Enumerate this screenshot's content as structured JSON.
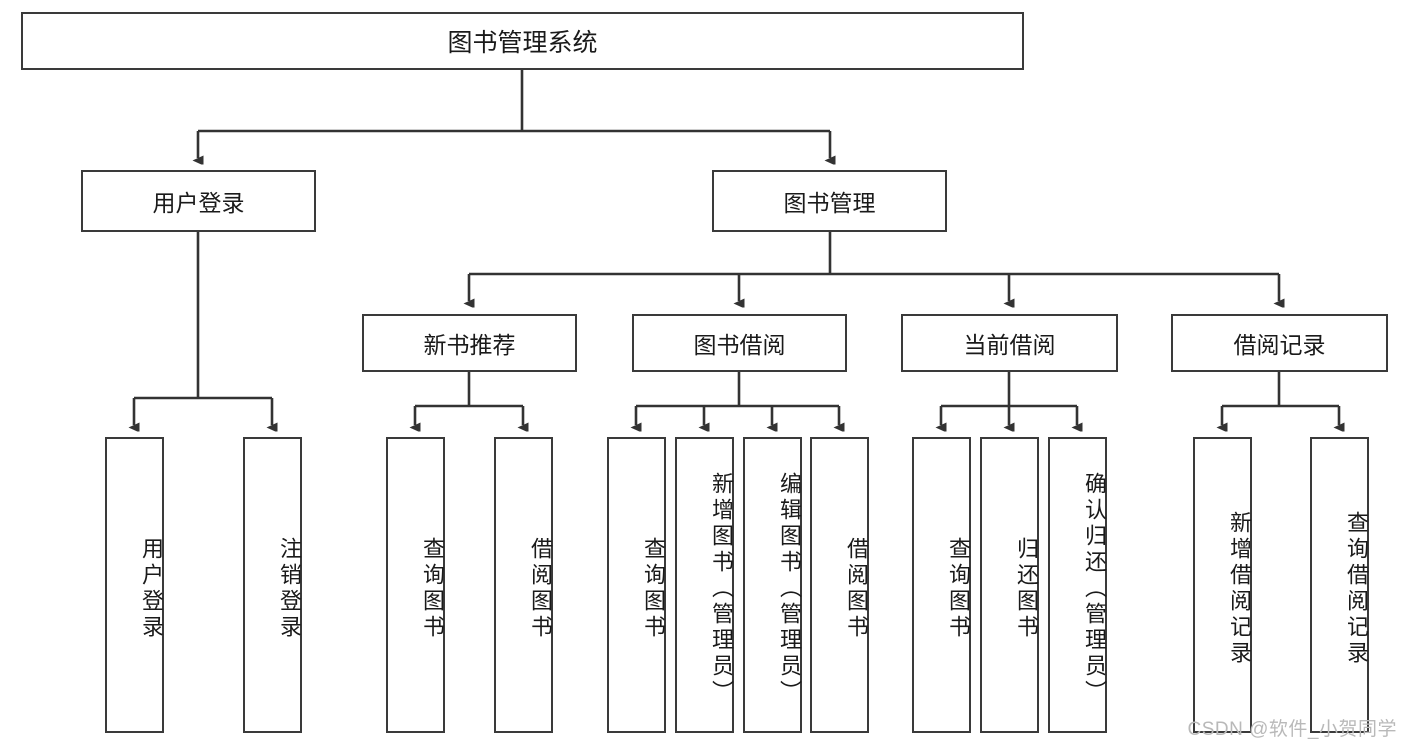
{
  "diagram": {
    "type": "tree-hierarchy",
    "title": "图书管理系统",
    "root": {
      "id": "root",
      "label": "图书管理系统"
    },
    "level1": [
      {
        "id": "user-login",
        "label": "用户登录"
      },
      {
        "id": "book-management",
        "label": "图书管理"
      }
    ],
    "level2": [
      {
        "id": "new-book-recommend",
        "label": "新书推荐"
      },
      {
        "id": "book-borrow",
        "label": "图书借阅"
      },
      {
        "id": "current-borrow",
        "label": "当前借阅"
      },
      {
        "id": "borrow-record",
        "label": "借阅记录"
      }
    ],
    "leaves": {
      "user_login": [
        {
          "id": "leaf-user-login",
          "label": "用户登录"
        },
        {
          "id": "leaf-user-logout",
          "label": "注销登录"
        }
      ],
      "new_book_recommend": [
        {
          "id": "leaf-query-book-1",
          "label": "查询图书"
        },
        {
          "id": "leaf-borrow-book-1",
          "label": "借阅图书"
        }
      ],
      "book_borrow": [
        {
          "id": "leaf-query-book-2",
          "label": "查询图书"
        },
        {
          "id": "leaf-add-book",
          "label": "新增图书（管理员）"
        },
        {
          "id": "leaf-edit-book",
          "label": "编辑图书（管理员）"
        },
        {
          "id": "leaf-borrow-book-2",
          "label": "借阅图书"
        }
      ],
      "current_borrow": [
        {
          "id": "leaf-query-book-3",
          "label": "查询图书"
        },
        {
          "id": "leaf-return-book",
          "label": "归还图书"
        },
        {
          "id": "leaf-confirm-return",
          "label": "确认归还（管理员）"
        }
      ],
      "borrow_record": [
        {
          "id": "leaf-add-record",
          "label": "新增借阅记录"
        },
        {
          "id": "leaf-query-record",
          "label": "查询借阅记录"
        }
      ]
    }
  },
  "watermark": {
    "text": "CSDN @软件_小贺同学"
  },
  "colors": {
    "box_border": "#3a3a3a",
    "box_fill": "#ffffff",
    "connector": "#333333",
    "text": "#1a1a1a",
    "watermark": "#b9b9b9",
    "background": "#ffffff"
  }
}
